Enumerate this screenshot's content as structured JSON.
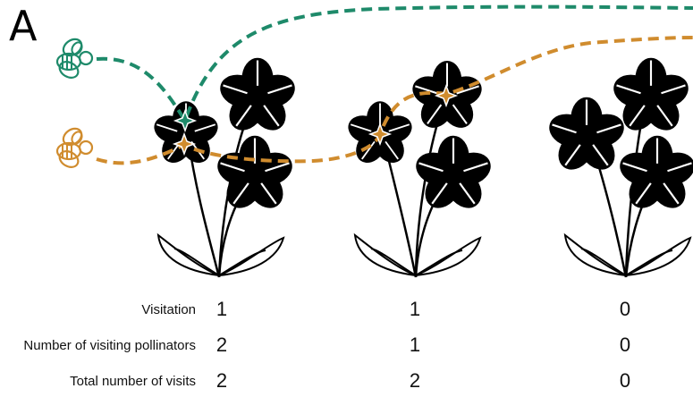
{
  "panel_label": "A",
  "colors": {
    "pollinator_1": "#1e8a6a",
    "pollinator_2": "#d08c2e",
    "plant": "#000000"
  },
  "icons": [
    "bee-icon",
    "flower-icon",
    "star-visit-marker-icon"
  ],
  "plants": [
    "plant-1",
    "plant-2",
    "plant-3"
  ],
  "table": {
    "rows": [
      {
        "label": "Visitation",
        "values": [
          "1",
          "1",
          "0"
        ]
      },
      {
        "label": "Number of visiting pollinators",
        "values": [
          "2",
          "1",
          "0"
        ]
      },
      {
        "label": "Total number of visits",
        "values": [
          "2",
          "2",
          "0"
        ]
      }
    ]
  }
}
